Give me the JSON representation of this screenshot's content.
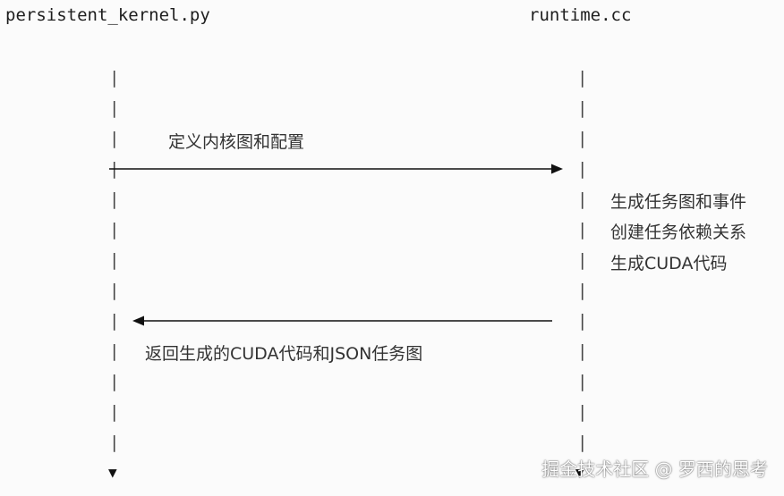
{
  "participants": {
    "left": "persistent_kernel.py",
    "right": "runtime.cc"
  },
  "lifeline_char": "|",
  "lifeline_end": "▼",
  "messages": {
    "define": "定义内核图和配置",
    "return": "返回生成的CUDA代码和JSON任务图"
  },
  "notes": [
    "生成任务图和事件",
    "创建任务依赖关系",
    "生成CUDA代码"
  ],
  "watermark": "掘金技术社区 @ 罗西的思考",
  "colors": {
    "background": "#fbfbfb",
    "text": "#333333",
    "arrow": "#111111"
  }
}
